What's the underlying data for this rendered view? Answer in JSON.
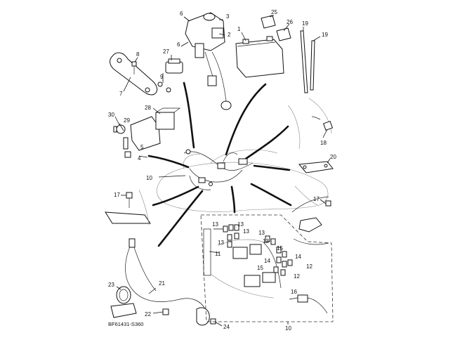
{
  "diagram_code": "BF61431-S360",
  "callouts": {
    "c1": "1",
    "c2": "2",
    "c3": "3",
    "c4": "4",
    "c5": "5",
    "c6a": "6",
    "c6b": "6",
    "c7": "7",
    "c8": "8",
    "c9": "9",
    "c10a": "10",
    "c10b": "10",
    "c11": "11",
    "c12a": "12",
    "c12b": "12",
    "c13a": "13",
    "c13b": "13",
    "c13c": "13",
    "c13d": "13",
    "c13e": "13",
    "c13f": "13",
    "c14a": "14",
    "c14b": "14",
    "c15a": "15",
    "c15b": "15",
    "c16": "16",
    "c17a": "17",
    "c17b": "17",
    "c18": "18",
    "c19a": "19",
    "c19b": "19",
    "c20": "20",
    "c21": "21",
    "c22": "22",
    "c23": "23",
    "c24": "24",
    "c25": "25",
    "c26": "26",
    "c27": "27",
    "c28": "28",
    "c29": "29",
    "c30": "30"
  }
}
